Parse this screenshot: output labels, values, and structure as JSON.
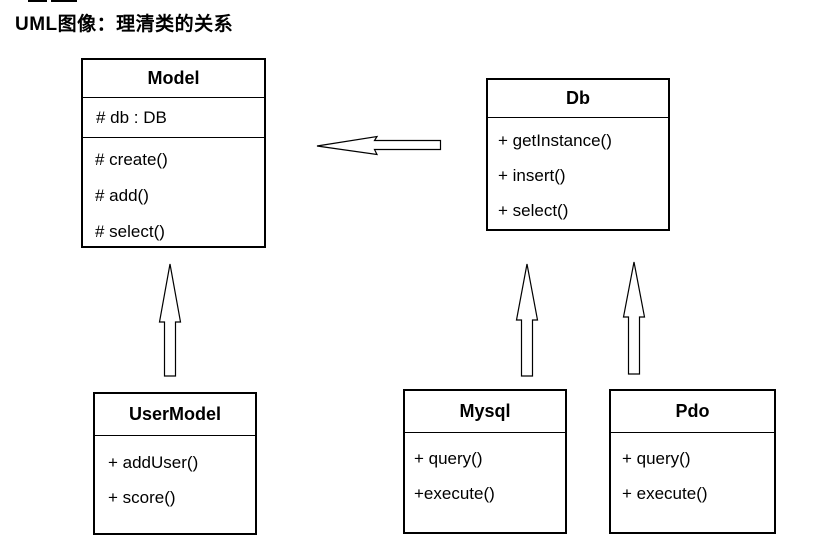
{
  "page": {
    "title": "UML图像：理清类的关系"
  },
  "classes": [
    {
      "name": "Model",
      "attributes": [
        "# db : DB"
      ],
      "methods": [
        "# create()",
        "# add()",
        "# select()"
      ]
    },
    {
      "name": "Db",
      "attributes": [],
      "methods": [
        "+ getInstance()",
        "+ insert()",
        "+ select()"
      ]
    },
    {
      "name": "UserModel",
      "attributes": [],
      "methods": [
        "+ addUser()",
        "+ score()"
      ]
    },
    {
      "name": "Mysql",
      "attributes": [],
      "methods": [
        "+ query()",
        "+execute()"
      ]
    },
    {
      "name": "Pdo",
      "attributes": [],
      "methods": [
        "+ query()",
        "+ execute()"
      ]
    }
  ],
  "relations": [
    {
      "from": "Db",
      "to": "Model",
      "arrow": "hollow",
      "direction": "left"
    },
    {
      "from": "UserModel",
      "to": "Model",
      "arrow": "hollow",
      "direction": "up"
    },
    {
      "from": "Mysql",
      "to": "Db",
      "arrow": "hollow",
      "direction": "up"
    },
    {
      "from": "Pdo",
      "to": "Db",
      "arrow": "hollow",
      "direction": "up"
    }
  ],
  "colors": {
    "background": "#ffffff",
    "line": "#000000",
    "text": "#000000"
  }
}
